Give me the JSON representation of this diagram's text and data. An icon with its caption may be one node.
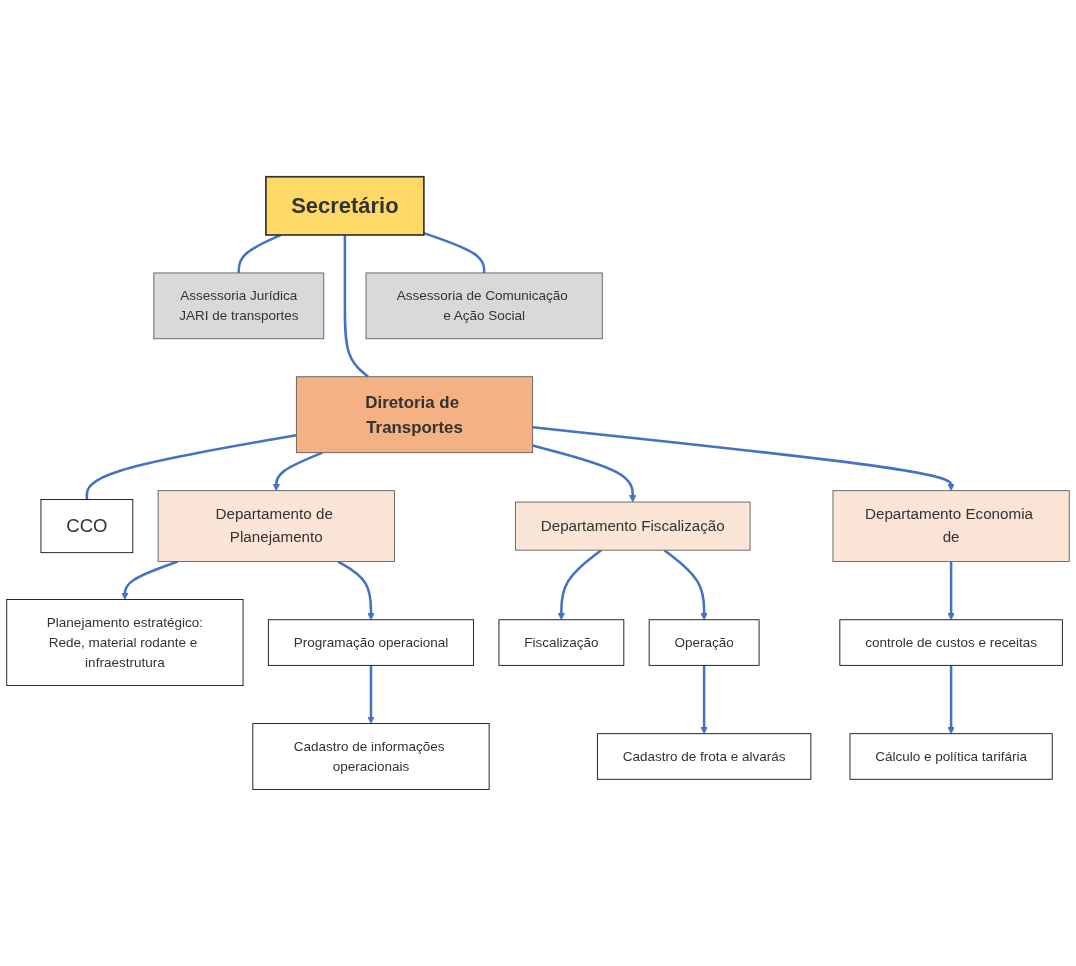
{
  "diagram": {
    "nodes": [
      {
        "text": [
          "Secretário"
        ]
      },
      {
        "text": [
          "Assessoria Jurídica",
          "JARI de transportes"
        ]
      },
      {
        "text": [
          "Assessoria de Comunicação e Ação Social"
        ]
      },
      {
        "text": [
          "Diretoria de Transportes"
        ]
      },
      {
        "text": [
          "CCO"
        ]
      },
      {
        "text": [
          "Departamento de Planejamento"
        ]
      },
      {
        "text": [
          "Departamento Fiscalização"
        ]
      },
      {
        "text": [
          "Departamento Economia de"
        ]
      },
      {
        "text": [
          "Planejamento estratégico:",
          "Rede, material rodante e infraestrutura"
        ]
      },
      {
        "text": [
          "Programação operacional"
        ]
      },
      {
        "text": [
          "Cadastro de informações operacionais"
        ]
      },
      {
        "text": [
          "Fiscalização"
        ]
      },
      {
        "text": [
          "Operação"
        ]
      },
      {
        "text": [
          "Cadastro de frota e alvarás"
        ]
      },
      {
        "text": [
          "controle de custos e receitas"
        ]
      },
      {
        "text": [
          "Cálculo e política tarifária"
        ]
      }
    ],
    "edges": [
      {
        "from": 0,
        "to": 1,
        "arrow": "none"
      },
      {
        "from": 0,
        "to": 2,
        "arrow": "none"
      },
      {
        "from": 0,
        "to": 3,
        "arrow": "none"
      },
      {
        "from": 3,
        "to": 4,
        "arrow": "none"
      },
      {
        "from": 3,
        "to": 5,
        "arrow": "to"
      },
      {
        "from": 3,
        "to": 6,
        "arrow": "to"
      },
      {
        "from": 3,
        "to": 7,
        "arrow": "to"
      },
      {
        "from": 5,
        "to": 8,
        "arrow": "to"
      },
      {
        "from": 5,
        "to": 9,
        "arrow": "to"
      },
      {
        "from": 9,
        "to": 10,
        "arrow": "to"
      },
      {
        "from": 6,
        "to": 11,
        "arrow": "to"
      },
      {
        "from": 6,
        "to": 12,
        "arrow": "to"
      },
      {
        "from": 12,
        "to": 13,
        "arrow": "to"
      },
      {
        "from": 7,
        "to": 14,
        "arrow": "to"
      },
      {
        "from": 14,
        "to": 15,
        "arrow": "to"
      }
    ]
  }
}
